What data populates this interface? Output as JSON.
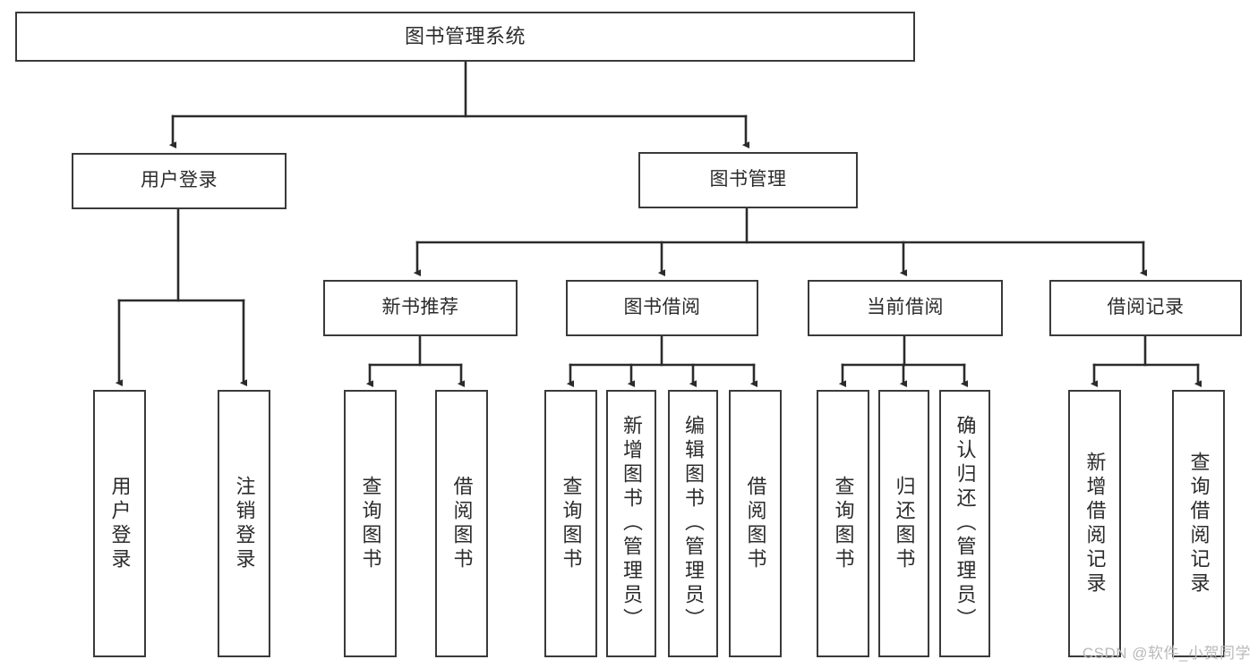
{
  "diagram": {
    "type": "tree-hierarchy",
    "title": "图书管理系统",
    "watermark": "CSDN @软件_小贺同学",
    "colors": {
      "box_border": "#3a3a3a",
      "connector": "#2b2b2b",
      "background": "#ffffff",
      "watermark_text": "#b9b9b9"
    },
    "nodes": {
      "root": {
        "label": "图书管理系统"
      },
      "level2": [
        {
          "id": "user-login",
          "label": "用户登录"
        },
        {
          "id": "book-manage",
          "label": "图书管理"
        }
      ],
      "level3": [
        {
          "id": "new-book-recommend",
          "label": "新书推荐"
        },
        {
          "id": "book-borrow",
          "label": "图书借阅"
        },
        {
          "id": "current-borrow",
          "label": "当前借阅"
        },
        {
          "id": "borrow-record",
          "label": "借阅记录"
        }
      ],
      "leaves": {
        "user_login": [
          {
            "id": "leaf-user-login",
            "label": "用户登录"
          },
          {
            "id": "leaf-logout-login",
            "label": "注销登录"
          }
        ],
        "new_book_recommend": [
          {
            "id": "leaf-query-book-1",
            "label": "查询图书"
          },
          {
            "id": "leaf-borrow-book-1",
            "label": "借阅图书"
          }
        ],
        "book_borrow": [
          {
            "id": "leaf-query-book-2",
            "label": "查询图书"
          },
          {
            "id": "leaf-add-book",
            "label": "新增图书（管理员）"
          },
          {
            "id": "leaf-edit-book",
            "label": "编辑图书（管理员）"
          },
          {
            "id": "leaf-borrow-book-2",
            "label": "借阅图书"
          }
        ],
        "current_borrow": [
          {
            "id": "leaf-query-book-3",
            "label": "查询图书"
          },
          {
            "id": "leaf-return-book",
            "label": "归还图书"
          },
          {
            "id": "leaf-confirm-return",
            "label": "确认归还（管理员）"
          }
        ],
        "borrow_record": [
          {
            "id": "leaf-add-record",
            "label": "新增借阅记录"
          },
          {
            "id": "leaf-query-record",
            "label": "查询借阅记录"
          }
        ]
      }
    }
  }
}
